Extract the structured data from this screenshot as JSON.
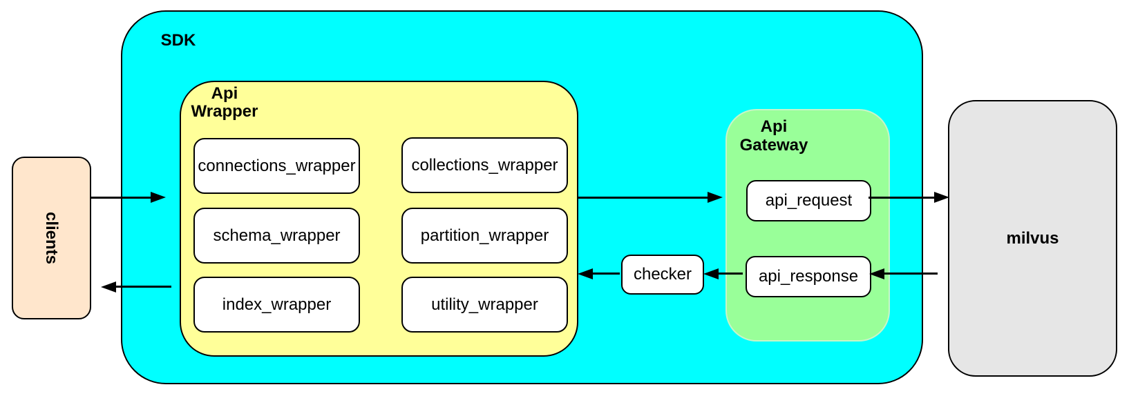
{
  "colors": {
    "sdk_fill": "#00FFFF",
    "api_wrapper_fill": "#FFFF99",
    "api_gateway_fill": "#99FF99",
    "clients_fill": "#FFE6CC",
    "milvus_fill": "#E6E6E6",
    "node_fill": "#FFFFFF",
    "stroke": "#000000"
  },
  "nodes": {
    "clients": {
      "label": "clients"
    },
    "sdk": {
      "label": "SDK"
    },
    "api_wrapper": {
      "label_line1": "Api",
      "label_line2": "Wrapper",
      "modules": [
        "connections_wrapper",
        "collections_wrapper",
        "schema_wrapper",
        "partition_wrapper",
        "index_wrapper",
        "utility_wrapper"
      ]
    },
    "checker": {
      "label": "checker"
    },
    "api_gateway": {
      "label_line1": "Api",
      "label_line2": "Gateway",
      "request": "api_request",
      "response": "api_response"
    },
    "milvus": {
      "label": "milvus"
    }
  },
  "edges": [
    {
      "from": "clients",
      "to": "SDK",
      "direction": "right"
    },
    {
      "from": "Api Wrapper",
      "to": "clients",
      "direction": "left"
    },
    {
      "from": "Api Wrapper",
      "to": "api_request",
      "direction": "right"
    },
    {
      "from": "api_request",
      "to": "milvus",
      "direction": "right"
    },
    {
      "from": "milvus",
      "to": "api_response",
      "direction": "left"
    },
    {
      "from": "api_response",
      "to": "checker",
      "direction": "left"
    },
    {
      "from": "checker",
      "to": "Api Wrapper",
      "direction": "left"
    }
  ]
}
